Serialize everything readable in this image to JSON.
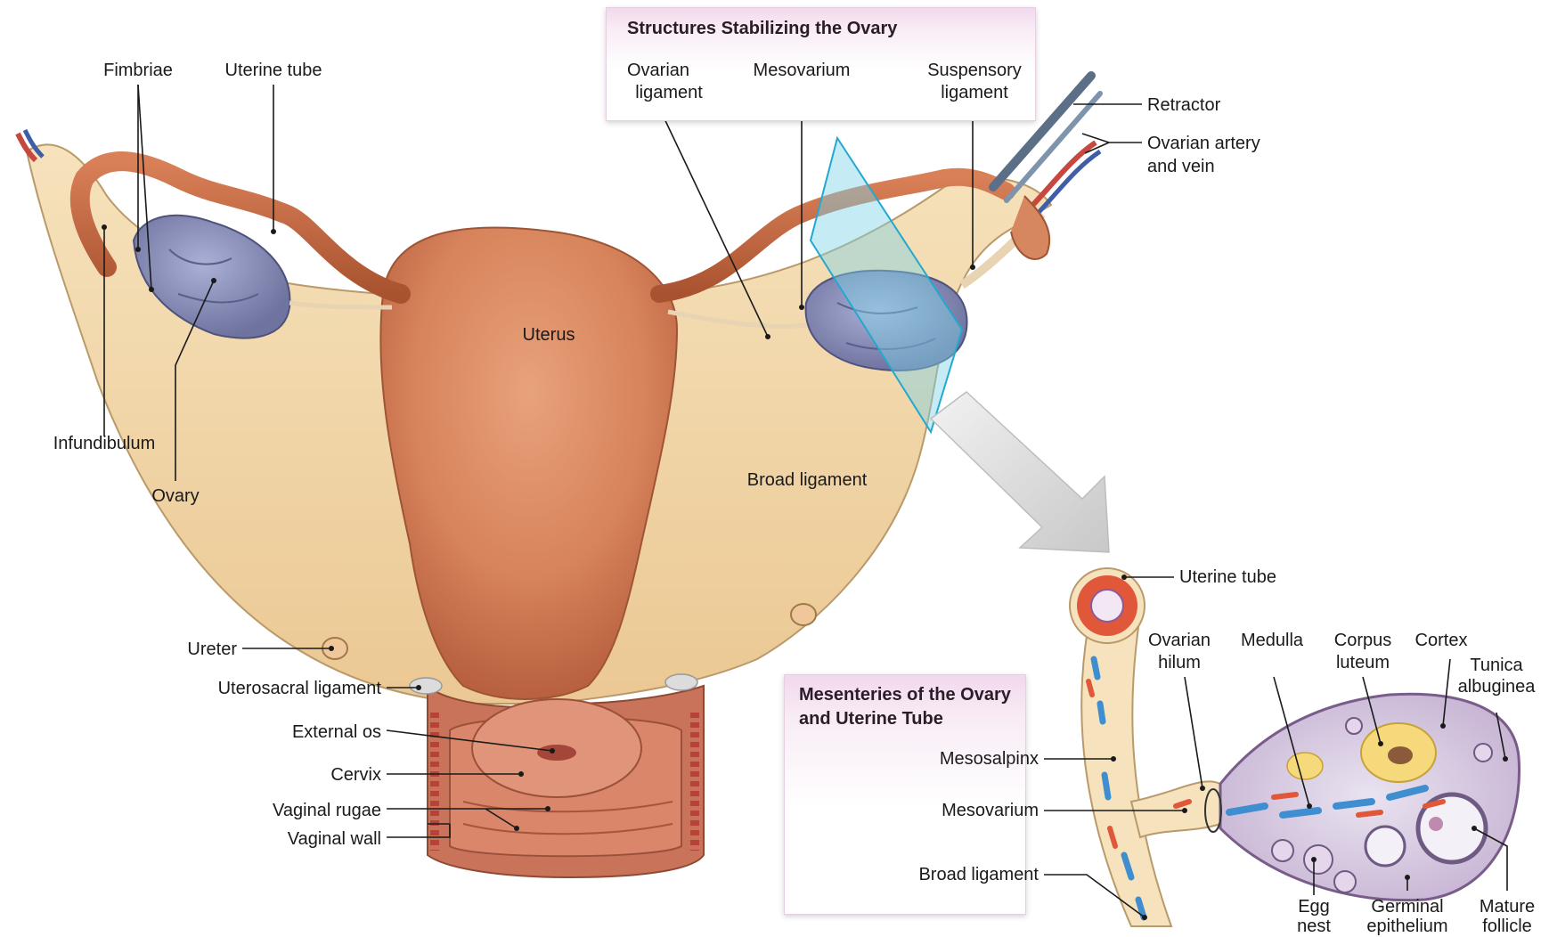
{
  "boxes": {
    "top_title": "Structures Stabilizing the Ovary",
    "bottom_title_1": "Mesenteries of the Ovary",
    "bottom_title_2": "and Uterine Tube"
  },
  "labels": {
    "fimbriae": "Fimbriae",
    "uterine_tube": "Uterine tube",
    "ovarian_ligament_1": "Ovarian",
    "ovarian_ligament_2": "ligament",
    "mesovarium": "Mesovarium",
    "suspensory_1": "Suspensory",
    "suspensory_2": "ligament",
    "retractor": "Retractor",
    "ovarian_artery_1": "Ovarian artery",
    "ovarian_artery_2": "and vein",
    "uterus": "Uterus",
    "infundibulum": "Infundibulum",
    "ovary": "Ovary",
    "broad_ligament": "Broad ligament",
    "ureter": "Ureter",
    "uterosacral": "Uterosacral ligament",
    "external_os": "External os",
    "cervix": "Cervix",
    "vaginal_rugae": "Vaginal rugae",
    "vaginal_wall": "Vaginal wall",
    "inset_uterine_tube": "Uterine tube",
    "ovarian_hilum_1": "Ovarian",
    "ovarian_hilum_2": "hilum",
    "medulla": "Medulla",
    "corpus_1": "Corpus",
    "corpus_2": "luteum",
    "cortex": "Cortex",
    "tunica_1": "Tunica",
    "tunica_2": "albuginea",
    "mesosalpinx": "Mesosalpinx",
    "inset_mesovarium": "Mesovarium",
    "inset_broad": "Broad ligament",
    "egg_1": "Egg",
    "egg_2": "nest",
    "germinal_1": "Germinal",
    "germinal_2": "epithelium",
    "mature_1": "Mature",
    "mature_2": "follicle"
  },
  "colors": {
    "uterus": "#d88a62",
    "broad_ligament": "#f3d9ab",
    "ovary": "#8c8fb8",
    "tube": "#c76a45",
    "plane": "#7fd3e6",
    "box_header": "#f2d8ec",
    "leader": "#1a1a1a"
  }
}
